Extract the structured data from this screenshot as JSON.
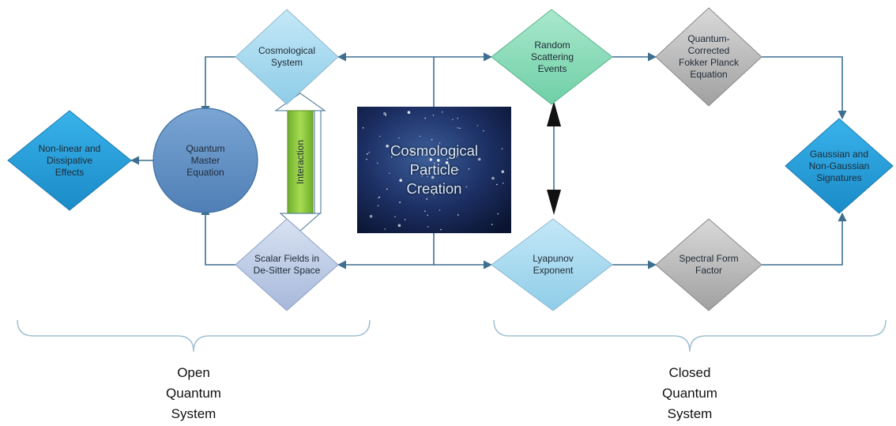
{
  "nodes": {
    "cosmological_system": "Cosmological\nSystem",
    "quantum_master_equation": "Quantum\nMaster\nEquation",
    "nonlinear_effects": "Non-linear and\nDissipative\nEffects",
    "scalar_fields": "Scalar Fields in\nDe-Sitter Space",
    "random_scattering": "Random\nScattering\nEvents",
    "fokker_planck": "Quantum-\nCorrected\nFokker Planck\nEquation",
    "gaussian_signatures": "Gaussian and\nNon-Gaussian\nSignatures",
    "lyapunov": "Lyapunov\nExponent",
    "spectral_form": "Spectral Form\nFactor"
  },
  "center": {
    "label": "Cosmological\nParticle\nCreation"
  },
  "interaction_label": "Interaction",
  "groups": {
    "open": "Open\nQuantum\nSystem",
    "closed": "Closed\nQuantum\nSystem"
  },
  "colors": {
    "line": "#3f6f8f",
    "cosmological_system": "#9fd6ee",
    "quantum_master": "#5f8fc4",
    "nonlinear": "#1f9bd8",
    "scalar_fields": "#b7c7e4",
    "random_scattering": "#7fd6b3",
    "fokker_planck": "#b7b7b7",
    "gaussian": "#1f9bd8",
    "lyapunov": "#9fd6ee",
    "spectral_form": "#a8a8a8",
    "interaction_arrow": "#8cc63e",
    "brace": "#9fbfd2"
  }
}
